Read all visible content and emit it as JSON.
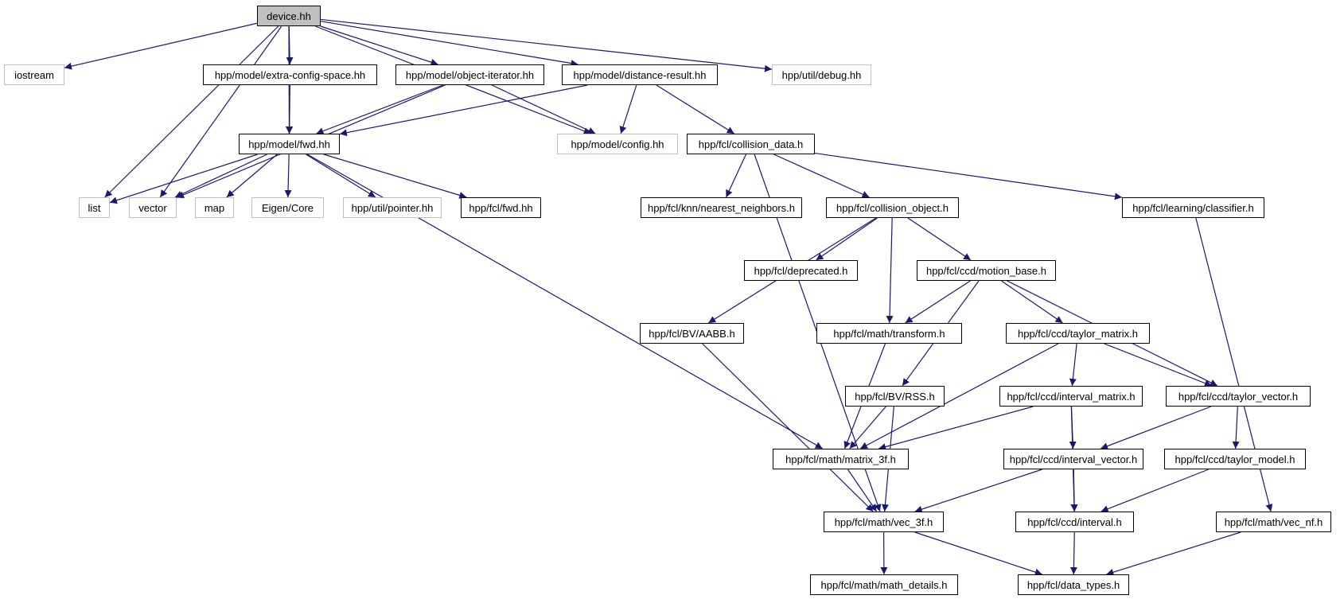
{
  "colors": {
    "edge": "#191970",
    "internal_border": "#000000",
    "external_border": "#bfbfbf",
    "root_fill": "#bfbfbf"
  },
  "nodes": {
    "device": {
      "label": "device.hh",
      "kind": "root"
    },
    "iostream": {
      "label": "iostream",
      "kind": "external"
    },
    "extra_config": {
      "label": "hpp/model/extra-config-space.hh",
      "kind": "internal"
    },
    "object_iterator": {
      "label": "hpp/model/object-iterator.hh",
      "kind": "internal"
    },
    "distance_result": {
      "label": "hpp/model/distance-result.hh",
      "kind": "internal"
    },
    "util_debug": {
      "label": "hpp/util/debug.hh",
      "kind": "external"
    },
    "model_fwd": {
      "label": "hpp/model/fwd.hh",
      "kind": "internal"
    },
    "model_config": {
      "label": "hpp/model/config.hh",
      "kind": "external"
    },
    "collision_data": {
      "label": "hpp/fcl/collision_data.h",
      "kind": "internal"
    },
    "list": {
      "label": "list",
      "kind": "external"
    },
    "vector": {
      "label": "vector",
      "kind": "external"
    },
    "map": {
      "label": "map",
      "kind": "external"
    },
    "eigen_core": {
      "label": "Eigen/Core",
      "kind": "external"
    },
    "util_pointer": {
      "label": "hpp/util/pointer.hh",
      "kind": "external"
    },
    "fcl_fwd": {
      "label": "hpp/fcl/fwd.hh",
      "kind": "internal"
    },
    "nearest": {
      "label": "hpp/fcl/knn/nearest_neighbors.h",
      "kind": "internal"
    },
    "collision_object": {
      "label": "hpp/fcl/collision_object.h",
      "kind": "internal"
    },
    "classifier": {
      "label": "hpp/fcl/learning/classifier.h",
      "kind": "internal"
    },
    "deprecated": {
      "label": "hpp/fcl/deprecated.h",
      "kind": "internal"
    },
    "motion_base": {
      "label": "hpp/fcl/ccd/motion_base.h",
      "kind": "internal"
    },
    "aabb": {
      "label": "hpp/fcl/BV/AABB.h",
      "kind": "internal"
    },
    "transform": {
      "label": "hpp/fcl/math/transform.h",
      "kind": "internal"
    },
    "taylor_matrix": {
      "label": "hpp/fcl/ccd/taylor_matrix.h",
      "kind": "internal"
    },
    "rss": {
      "label": "hpp/fcl/BV/RSS.h",
      "kind": "internal"
    },
    "interval_matrix": {
      "label": "hpp/fcl/ccd/interval_matrix.h",
      "kind": "internal"
    },
    "taylor_vector": {
      "label": "hpp/fcl/ccd/taylor_vector.h",
      "kind": "internal"
    },
    "matrix_3f": {
      "label": "hpp/fcl/math/matrix_3f.h",
      "kind": "internal"
    },
    "interval_vector": {
      "label": "hpp/fcl/ccd/interval_vector.h",
      "kind": "internal"
    },
    "taylor_model": {
      "label": "hpp/fcl/ccd/taylor_model.h",
      "kind": "internal"
    },
    "vec_3f": {
      "label": "hpp/fcl/math/vec_3f.h",
      "kind": "internal"
    },
    "interval": {
      "label": "hpp/fcl/ccd/interval.h",
      "kind": "internal"
    },
    "vec_nf": {
      "label": "hpp/fcl/math/vec_nf.h",
      "kind": "internal"
    },
    "math_details": {
      "label": "hpp/fcl/math/math_details.h",
      "kind": "internal"
    },
    "data_types": {
      "label": "hpp/fcl/data_types.h",
      "kind": "internal"
    }
  },
  "edges": [
    [
      "device",
      "iostream"
    ],
    [
      "device",
      "list"
    ],
    [
      "device",
      "vector"
    ],
    [
      "device",
      "model_fwd"
    ],
    [
      "device",
      "extra_config"
    ],
    [
      "device",
      "object_iterator"
    ],
    [
      "device",
      "distance_result"
    ],
    [
      "device",
      "model_config"
    ],
    [
      "device",
      "util_debug"
    ],
    [
      "extra_config",
      "model_fwd"
    ],
    [
      "object_iterator",
      "model_fwd"
    ],
    [
      "object_iterator",
      "vector"
    ],
    [
      "object_iterator",
      "model_config"
    ],
    [
      "distance_result",
      "model_fwd"
    ],
    [
      "distance_result",
      "model_config"
    ],
    [
      "distance_result",
      "collision_data"
    ],
    [
      "model_fwd",
      "list"
    ],
    [
      "model_fwd",
      "vector"
    ],
    [
      "model_fwd",
      "map"
    ],
    [
      "model_fwd",
      "eigen_core"
    ],
    [
      "model_fwd",
      "util_pointer"
    ],
    [
      "model_fwd",
      "fcl_fwd"
    ],
    [
      "model_fwd",
      "matrix_3f"
    ],
    [
      "collision_data",
      "nearest"
    ],
    [
      "collision_data",
      "collision_object"
    ],
    [
      "collision_data",
      "classifier"
    ],
    [
      "collision_data",
      "vec_3f"
    ],
    [
      "collision_object",
      "deprecated"
    ],
    [
      "collision_object",
      "motion_base"
    ],
    [
      "collision_object",
      "aabb"
    ],
    [
      "collision_object",
      "transform"
    ],
    [
      "classifier",
      "vec_nf"
    ],
    [
      "motion_base",
      "transform"
    ],
    [
      "motion_base",
      "taylor_matrix"
    ],
    [
      "motion_base",
      "rss"
    ],
    [
      "motion_base",
      "taylor_vector"
    ],
    [
      "aabb",
      "vec_3f"
    ],
    [
      "transform",
      "matrix_3f"
    ],
    [
      "taylor_matrix",
      "interval_matrix"
    ],
    [
      "taylor_matrix",
      "taylor_vector"
    ],
    [
      "taylor_matrix",
      "matrix_3f"
    ],
    [
      "rss",
      "matrix_3f"
    ],
    [
      "rss",
      "vec_3f"
    ],
    [
      "interval_matrix",
      "matrix_3f"
    ],
    [
      "interval_matrix",
      "interval_vector"
    ],
    [
      "interval_matrix",
      "interval"
    ],
    [
      "taylor_vector",
      "interval_vector"
    ],
    [
      "taylor_vector",
      "taylor_model"
    ],
    [
      "matrix_3f",
      "vec_3f"
    ],
    [
      "interval_vector",
      "vec_3f"
    ],
    [
      "interval_vector",
      "interval"
    ],
    [
      "taylor_model",
      "interval"
    ],
    [
      "vec_3f",
      "math_details"
    ],
    [
      "vec_3f",
      "data_types"
    ],
    [
      "interval",
      "data_types"
    ],
    [
      "vec_nf",
      "data_types"
    ]
  ]
}
